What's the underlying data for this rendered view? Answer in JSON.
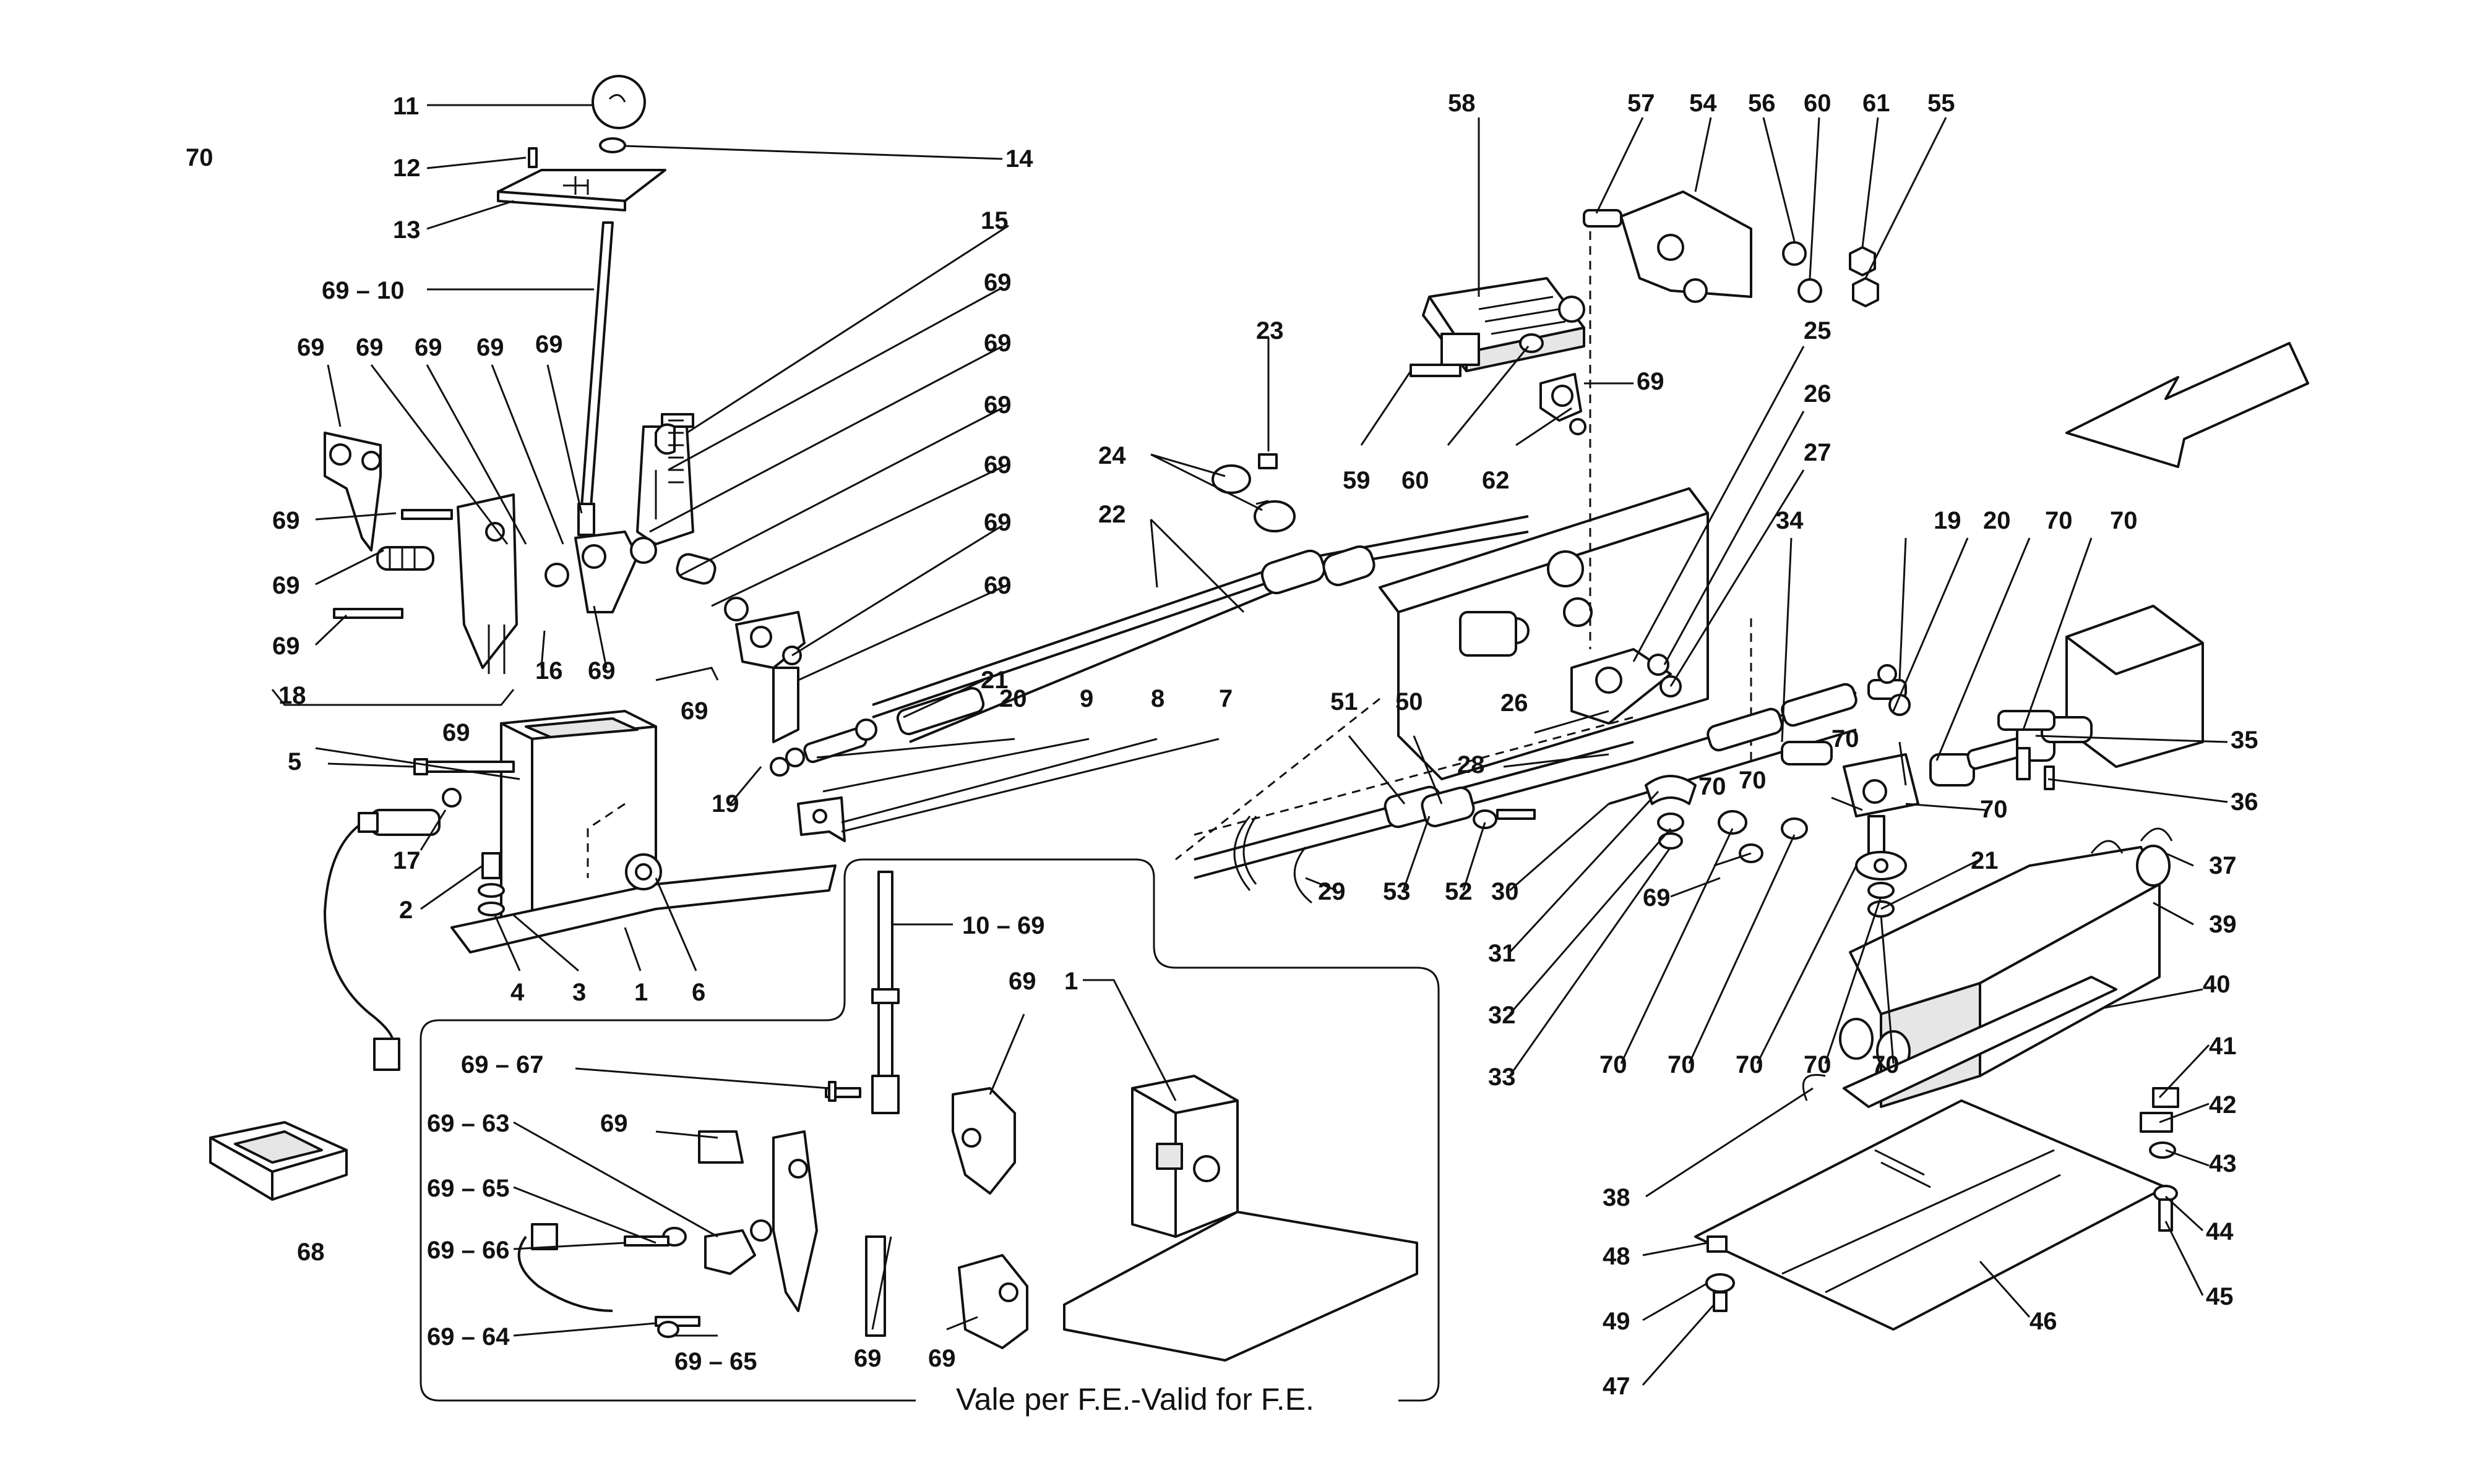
{
  "callouts": [
    {
      "id": "c0",
      "text": "70"
    },
    {
      "id": "c1",
      "text": "11"
    },
    {
      "id": "c2",
      "text": "12"
    },
    {
      "id": "c3",
      "text": "14"
    },
    {
      "id": "c4",
      "text": "13"
    },
    {
      "id": "c5",
      "text": "15"
    },
    {
      "id": "c6",
      "text": "69 – 10"
    },
    {
      "id": "c7",
      "text": "69"
    },
    {
      "id": "c8",
      "text": "69"
    },
    {
      "id": "c9",
      "text": "69"
    },
    {
      "id": "c10",
      "text": "69"
    },
    {
      "id": "c11",
      "text": "69"
    },
    {
      "id": "c12",
      "text": "69"
    },
    {
      "id": "c13",
      "text": "69"
    },
    {
      "id": "c14",
      "text": "69"
    },
    {
      "id": "c15",
      "text": "69"
    },
    {
      "id": "c16",
      "text": "69"
    },
    {
      "id": "c17",
      "text": "69"
    },
    {
      "id": "c18",
      "text": "69"
    },
    {
      "id": "c19",
      "text": "69"
    },
    {
      "id": "c20",
      "text": "69"
    },
    {
      "id": "c21",
      "text": "16"
    },
    {
      "id": "c22",
      "text": "69"
    },
    {
      "id": "c23",
      "text": "69"
    },
    {
      "id": "c24",
      "text": "69"
    },
    {
      "id": "c25",
      "text": "18"
    },
    {
      "id": "c26",
      "text": "5"
    },
    {
      "id": "c27",
      "text": "17"
    },
    {
      "id": "c28",
      "text": "2"
    },
    {
      "id": "c29",
      "text": "4"
    },
    {
      "id": "c30",
      "text": "3"
    },
    {
      "id": "c31",
      "text": "1"
    },
    {
      "id": "c32",
      "text": "6"
    },
    {
      "id": "c33",
      "text": "68"
    },
    {
      "id": "c34",
      "text": "21"
    },
    {
      "id": "c35",
      "text": "20"
    },
    {
      "id": "c36",
      "text": "9"
    },
    {
      "id": "c37",
      "text": "8"
    },
    {
      "id": "c38",
      "text": "7"
    },
    {
      "id": "c39",
      "text": "19"
    },
    {
      "id": "c40",
      "text": "24"
    },
    {
      "id": "c41",
      "text": "22"
    },
    {
      "id": "c42",
      "text": "23"
    },
    {
      "id": "c43",
      "text": "58"
    },
    {
      "id": "c44",
      "text": "57"
    },
    {
      "id": "c45",
      "text": "54"
    },
    {
      "id": "c46",
      "text": "56"
    },
    {
      "id": "c47",
      "text": "60"
    },
    {
      "id": "c48",
      "text": "61"
    },
    {
      "id": "c49",
      "text": "55"
    },
    {
      "id": "c50",
      "text": "59"
    },
    {
      "id": "c51",
      "text": "60"
    },
    {
      "id": "c52",
      "text": "62"
    },
    {
      "id": "c53",
      "text": "69"
    },
    {
      "id": "c54",
      "text": "25"
    },
    {
      "id": "c55",
      "text": "26"
    },
    {
      "id": "c56",
      "text": "27"
    },
    {
      "id": "c57",
      "text": "34"
    },
    {
      "id": "c58",
      "text": "19"
    },
    {
      "id": "c59",
      "text": "20"
    },
    {
      "id": "c60",
      "text": "70"
    },
    {
      "id": "c61",
      "text": "70"
    },
    {
      "id": "c62",
      "text": "26"
    },
    {
      "id": "c63",
      "text": "28"
    },
    {
      "id": "c64",
      "text": "51"
    },
    {
      "id": "c65",
      "text": "50"
    },
    {
      "id": "c66",
      "text": "70"
    },
    {
      "id": "c67",
      "text": "70"
    },
    {
      "id": "c68",
      "text": "70"
    },
    {
      "id": "c69",
      "text": "70"
    },
    {
      "id": "c70",
      "text": "35"
    },
    {
      "id": "c71",
      "text": "36"
    },
    {
      "id": "c72",
      "text": "37"
    },
    {
      "id": "c73",
      "text": "39"
    },
    {
      "id": "c74",
      "text": "29"
    },
    {
      "id": "c75",
      "text": "53"
    },
    {
      "id": "c76",
      "text": "52"
    },
    {
      "id": "c77",
      "text": "30"
    },
    {
      "id": "c78",
      "text": "31"
    },
    {
      "id": "c79",
      "text": "32"
    },
    {
      "id": "c80",
      "text": "33"
    },
    {
      "id": "c81",
      "text": "69"
    },
    {
      "id": "c82",
      "text": "21"
    },
    {
      "id": "c83",
      "text": "70"
    },
    {
      "id": "c84",
      "text": "70"
    },
    {
      "id": "c85",
      "text": "70"
    },
    {
      "id": "c86",
      "text": "70"
    },
    {
      "id": "c87",
      "text": "70"
    },
    {
      "id": "c88",
      "text": "40"
    },
    {
      "id": "c89",
      "text": "41"
    },
    {
      "id": "c90",
      "text": "42"
    },
    {
      "id": "c91",
      "text": "43"
    },
    {
      "id": "c92",
      "text": "44"
    },
    {
      "id": "c93",
      "text": "45"
    },
    {
      "id": "c94",
      "text": "38"
    },
    {
      "id": "c95",
      "text": "48"
    },
    {
      "id": "c96",
      "text": "46"
    },
    {
      "id": "c97",
      "text": "49"
    },
    {
      "id": "c98",
      "text": "47"
    },
    {
      "id": "c99",
      "text": "10 – 69"
    },
    {
      "id": "c100",
      "text": "1"
    },
    {
      "id": "c101",
      "text": "69"
    },
    {
      "id": "c102",
      "text": "69 – 67"
    },
    {
      "id": "c103",
      "text": "69 – 63"
    },
    {
      "id": "c104",
      "text": "69"
    },
    {
      "id": "c105",
      "text": "69 – 65"
    },
    {
      "id": "c106",
      "text": "69 – 66"
    },
    {
      "id": "c107",
      "text": "69 – 64"
    },
    {
      "id": "c108",
      "text": "69 – 65"
    },
    {
      "id": "c109",
      "text": "69"
    },
    {
      "id": "c110",
      "text": "69"
    }
  ],
  "inset": {
    "note": "Vale per F.E.-Valid for F.E."
  },
  "direction_arrow": {
    "icon": "arrow-down-left-icon"
  }
}
